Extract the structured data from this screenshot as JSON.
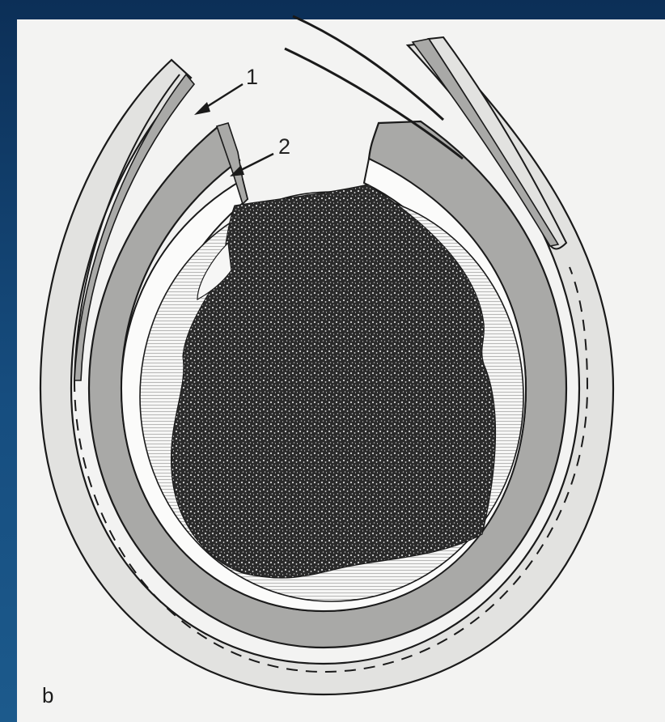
{
  "figure": {
    "panel_letter": "b",
    "callouts": [
      {
        "id": "1",
        "label": "1"
      },
      {
        "id": "2",
        "label": "2"
      }
    ]
  },
  "colors": {
    "background_outer": "#0f3f6e",
    "panel": "#f3f3f2",
    "dark_layer": "#a9a9a7",
    "light_layer": "#e2e2e0",
    "inner_fill": "#fbfbfa",
    "ink": "#1a1a1a"
  }
}
